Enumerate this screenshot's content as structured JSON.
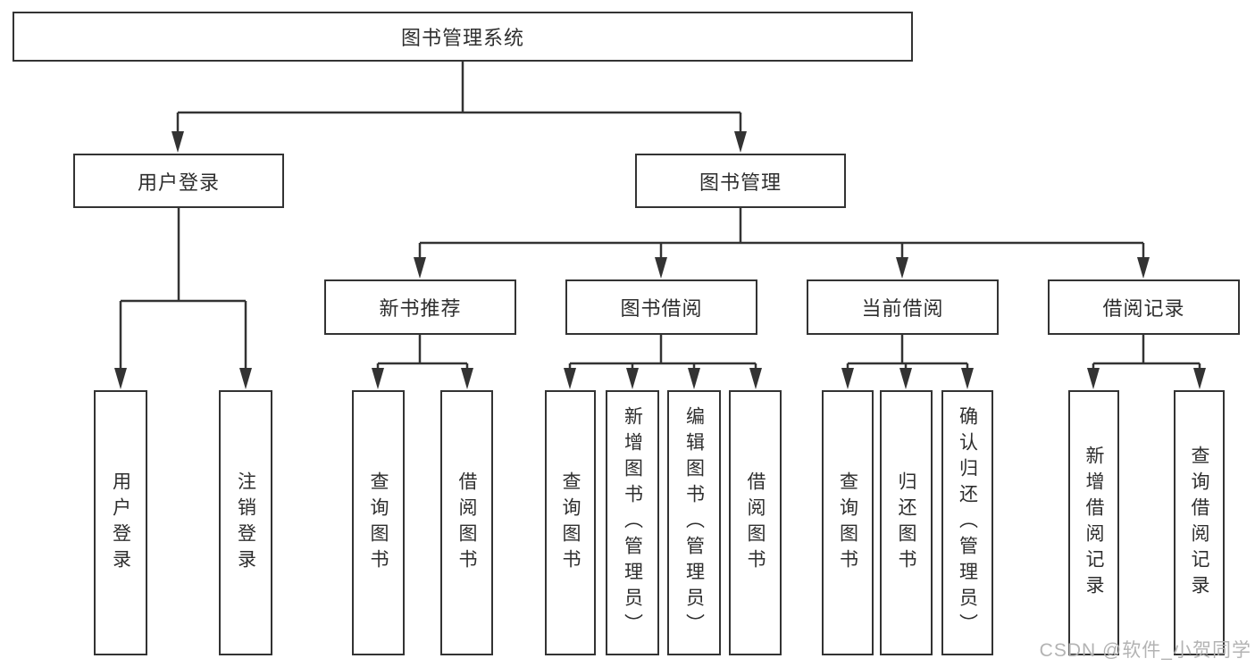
{
  "diagram_type": "hierarchy-tree",
  "colors": {
    "line": "#333333",
    "box_border": "#333333",
    "box_fill": "#ffffff",
    "text": "#2e2e2e",
    "background": "#ffffff",
    "watermark": "#b3b3b3"
  },
  "tree": {
    "root": {
      "label": "图书管理系统",
      "children": [
        {
          "label": "用户登录",
          "children": [
            {
              "label": "用户登录"
            },
            {
              "label": "注销登录"
            }
          ]
        },
        {
          "label": "图书管理",
          "children": [
            {
              "label": "新书推荐",
              "children": [
                {
                  "label": "查询图书"
                },
                {
                  "label": "借阅图书"
                }
              ]
            },
            {
              "label": "图书借阅",
              "children": [
                {
                  "label": "查询图书"
                },
                {
                  "label": "新增图书（管理员）"
                },
                {
                  "label": "编辑图书（管理员）"
                },
                {
                  "label": "借阅图书"
                }
              ]
            },
            {
              "label": "当前借阅",
              "children": [
                {
                  "label": "查询图书"
                },
                {
                  "label": "归还图书"
                },
                {
                  "label": "确认归还（管理员）"
                }
              ]
            },
            {
              "label": "借阅记录",
              "children": [
                {
                  "label": "新增借阅记录"
                },
                {
                  "label": "查询借阅记录"
                }
              ]
            }
          ]
        }
      ]
    }
  },
  "watermark": {
    "text": "CSDN @软件_小贺同学"
  }
}
